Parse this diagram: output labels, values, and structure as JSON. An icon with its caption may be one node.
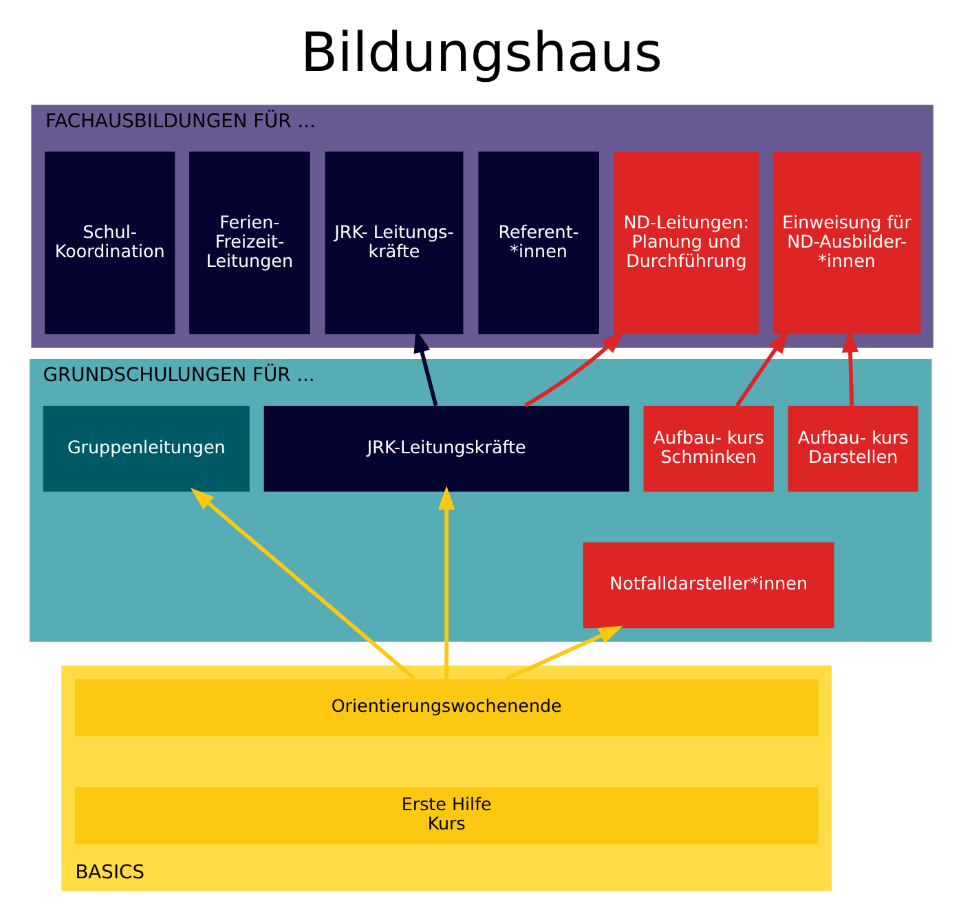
{
  "diagram": {
    "title": "Bildungshaus",
    "nodes": [
      {
        "text": [
          "FACHAUSBILDUNGEN FÜR ..."
        ]
      },
      {
        "text": [
          "Schul- Koordination"
        ],
        "in": 0
      },
      {
        "text": [
          "Ferien- Freizeit- Leitungen"
        ],
        "in": 0
      },
      {
        "text": [
          "JRK- Leitungs- kräfte"
        ],
        "in": 0
      },
      {
        "text": [
          "Referent- *innen"
        ],
        "in": 0
      },
      {
        "text": [
          "ND-Leitungen: Planung und Durchführung"
        ],
        "in": 0
      },
      {
        "text": [
          "Einweisung für ND-Ausbilder- *innen"
        ],
        "in": 0
      },
      {
        "text": [
          "GRUNDSCHULUNGEN FÜR ..."
        ]
      },
      {
        "text": [
          "Gruppenleitungen"
        ],
        "in": 7
      },
      {
        "text": [
          "JRK-Leitungskräfte"
        ],
        "in": 7
      },
      {
        "text": [
          "Aufbau- kurs Schminken"
        ],
        "in": 7
      },
      {
        "text": [
          "Aufbau- kurs Darstellen"
        ],
        "in": 7
      },
      {
        "text": [
          "Notfalldarsteller*innen"
        ],
        "in": 7
      },
      {
        "text": [
          "BASICS"
        ]
      },
      {
        "text": [
          "Orientierungswochenende"
        ],
        "in": 13
      },
      {
        "text": [
          "Erste Hilfe Kurs"
        ],
        "in": 13
      }
    ],
    "edges": [
      {
        "from": 14,
        "to": 8,
        "arrow": "to",
        "color": "#fcc811"
      },
      {
        "from": 14,
        "to": 9,
        "arrow": "to",
        "color": "#fcc811"
      },
      {
        "from": 14,
        "to": 12,
        "arrow": "to",
        "color": "#fcc811"
      },
      {
        "from": 9,
        "to": 3,
        "arrow": "to",
        "color": "#05032f"
      },
      {
        "from": 9,
        "to": 5,
        "arrow": "to",
        "color": "#dd2525"
      },
      {
        "from": 10,
        "to": 6,
        "arrow": "to",
        "color": "#dd2525"
      },
      {
        "from": 11,
        "to": 6,
        "arrow": "to",
        "color": "#dd2525"
      }
    ]
  }
}
